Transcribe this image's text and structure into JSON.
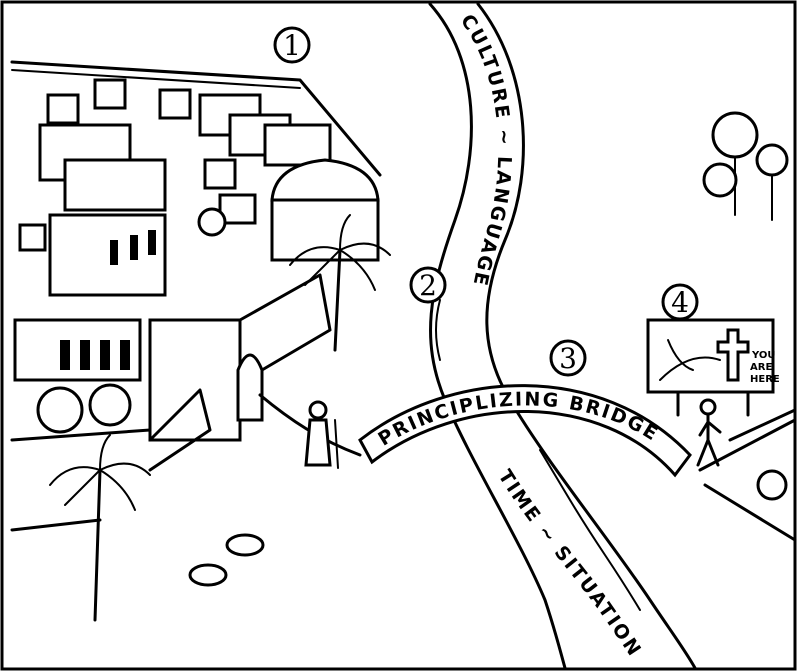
{
  "markers": [
    "1",
    "2",
    "3",
    "4"
  ],
  "river_upper_label": "CULTURE ~ LANGUAGE",
  "river_lower_label": "TIME ~ SITUATION",
  "bridge_label": "PRINCIPLIZING BRIDGE",
  "sign": {
    "line1": "YOU",
    "line2": "ARE",
    "line3": "HERE"
  }
}
